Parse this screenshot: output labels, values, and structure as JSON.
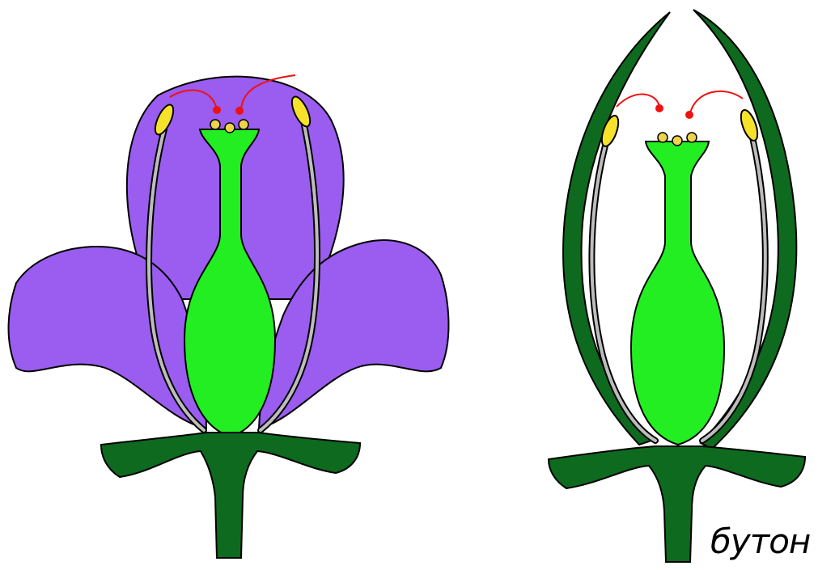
{
  "caption": "бутон",
  "colors": {
    "petal": "#9b5cf0",
    "pistil": "#22ee22",
    "sepal": "#0e6a1e",
    "filament": "#bdbdbd",
    "anther": "#f6e22a",
    "pollen": "#ecd54a",
    "pollen_arrow": "#ee1111",
    "outline": "#000000"
  },
  "figures": [
    {
      "name": "open-flower",
      "state": "open"
    },
    {
      "name": "flower-bud",
      "state": "closed"
    }
  ]
}
